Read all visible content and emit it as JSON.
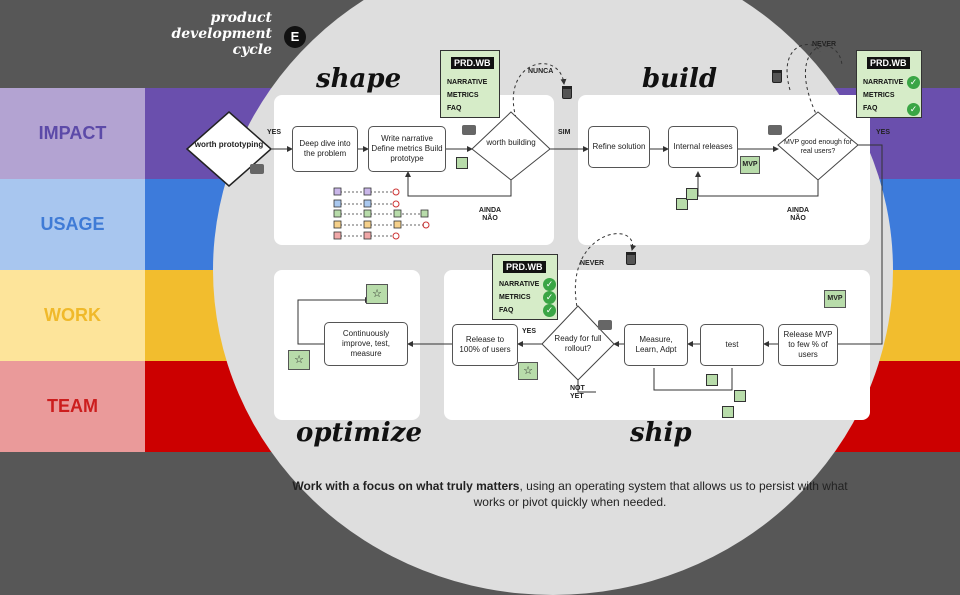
{
  "title": {
    "line1": "product",
    "line2": "development",
    "line3": "cycle",
    "badge": "E"
  },
  "lanes": [
    {
      "label": "IMPACT",
      "label_bg": "#b3a3d2",
      "label_color": "#5c4aa8",
      "bg": "#6a4fad"
    },
    {
      "label": "USAGE",
      "label_bg": "#a8c6ef",
      "label_color": "#3f7bd6",
      "bg": "#3d7bdb"
    },
    {
      "label": "WORK",
      "label_bg": "#fde49a",
      "label_color": "#f0b92a",
      "bg": "#f2bd2e"
    },
    {
      "label": "TEAM",
      "label_bg": "#ea9a9a",
      "label_color": "#cc1d1d",
      "bg": "#cc0000"
    }
  ],
  "phases": {
    "shape": "shape",
    "build": "build",
    "ship": "ship",
    "optimize": "optimize"
  },
  "nodes": {
    "worth_prototyping": "worth prototyping",
    "deep_dive": "Deep dive into the problem",
    "write_narrative": "Write narrative Define metrics Build prototype",
    "worth_building": "worth building",
    "refine": "Refine solution",
    "internal": "Internal releases",
    "mvp_good": "MVP good enough for real users?",
    "release_mvp": "Release MVP to few % of users",
    "test": "test",
    "measure": "Measure, Learn, Adpt",
    "ready": "Ready for full rollout?",
    "release100": "Release to 100% of users",
    "continuous": "Continuously improve, test, measure",
    "mvp_tag1": "MVP",
    "mvp_tag2": "MVP"
  },
  "labels": {
    "yes1": "YES",
    "nunca": "NUNCA",
    "sim": "SIM",
    "ainda1": "AINDA NÃO",
    "never1": "NEVER",
    "yes2": "YES",
    "ainda2": "AINDA NÃO",
    "never2": "NEVER",
    "yes3": "YES",
    "not_yet": "NOT YET"
  },
  "docs": [
    {
      "header": "PRD.WB",
      "items": [
        "NARRATIVE",
        "METRICS",
        "FAQ"
      ],
      "checked": [
        false,
        false,
        false
      ]
    },
    {
      "header": "PRD.WB",
      "items": [
        "NARRATIVE",
        "METRICS",
        "FAQ"
      ],
      "checked": [
        true,
        false,
        true
      ]
    },
    {
      "header": "PRD.WB",
      "items": [
        "NARRATIVE",
        "METRICS",
        "FAQ"
      ],
      "checked": [
        true,
        true,
        true
      ]
    }
  ],
  "footer": {
    "bold": "Work with a focus on what truly matters",
    "rest": ", using an operating system that allows us to persist with what works or pivot quickly when needed."
  },
  "colors": {
    "ellipse": "#dedede",
    "background": "#575757",
    "check": "#3aa545",
    "doc": "#d6ecc8"
  }
}
